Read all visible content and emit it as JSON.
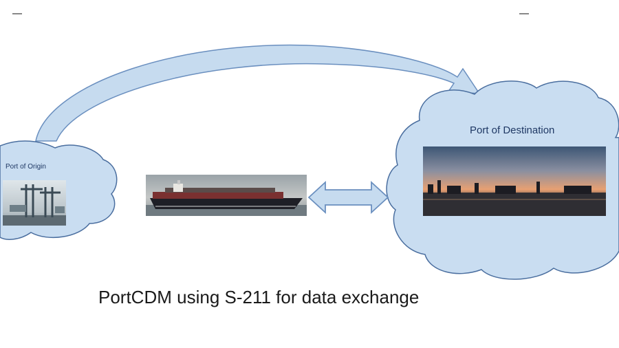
{
  "labels": {
    "origin": "Port of Origin",
    "destination": "Port of Destination",
    "caption": "PortCDM using S-211 for data exchange"
  },
  "colors": {
    "cloud_fill": "#c9ddf1",
    "cloud_stroke": "#4a6e9f",
    "arrow_fill": "#c6dbef",
    "arrow_stroke": "#6a8fbf",
    "text_dark": "#1f3864"
  },
  "icons": {
    "origin_photo": "container-cranes-photo",
    "ship_photo": "container-ship-photo",
    "destination_photo": "harbor-sunset-photo"
  }
}
